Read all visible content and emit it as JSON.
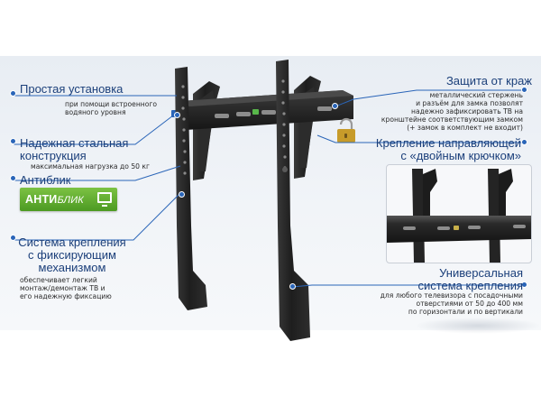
{
  "colors": {
    "title": "#1b3f7a",
    "description": "#2b2b2b",
    "callout_dot": "#2a65b8",
    "badge_green": "#5aa92c",
    "metal": "#242424",
    "lock": "#c79b2a"
  },
  "callouts": {
    "easy_install": {
      "title": "Простая установка",
      "desc": [
        "при помощи встроенного",
        "водяного уровня"
      ]
    },
    "steel": {
      "title": [
        "Надежная стальная",
        "конструкция"
      ],
      "desc": "максимальная нагрузка до 50 кг"
    },
    "antiglare": {
      "title": "Антиблик",
      "badge_bold": "АНТИ",
      "badge_italic": "БЛИК",
      "badge_icon": "tv-icon"
    },
    "fixing": {
      "title": [
        "Система крепления",
        "с фиксирующим",
        "механизмом"
      ],
      "desc": [
        "обеспечивает легкий",
        "монтаж/демонтаж ТВ и",
        "его надежную фиксацию"
      ]
    },
    "theft": {
      "title": "Защита от краж",
      "desc": [
        "металлический стержень",
        "и разъём для замка  позволят",
        "надежно зафиксировать ТВ  на",
        "кронштейне соответствующим замком",
        "(+ замок в комплект не входит)"
      ]
    },
    "hook": {
      "title": [
        "Крепление направляющей",
        "с «двойным крючком»"
      ]
    },
    "universal": {
      "title": [
        "Универсальная",
        "система крепления"
      ],
      "desc": [
        "для любого телевизора с посадочными",
        "отверстиями от 50 до 400 мм",
        "по горизонтали и по вертикали"
      ]
    }
  }
}
